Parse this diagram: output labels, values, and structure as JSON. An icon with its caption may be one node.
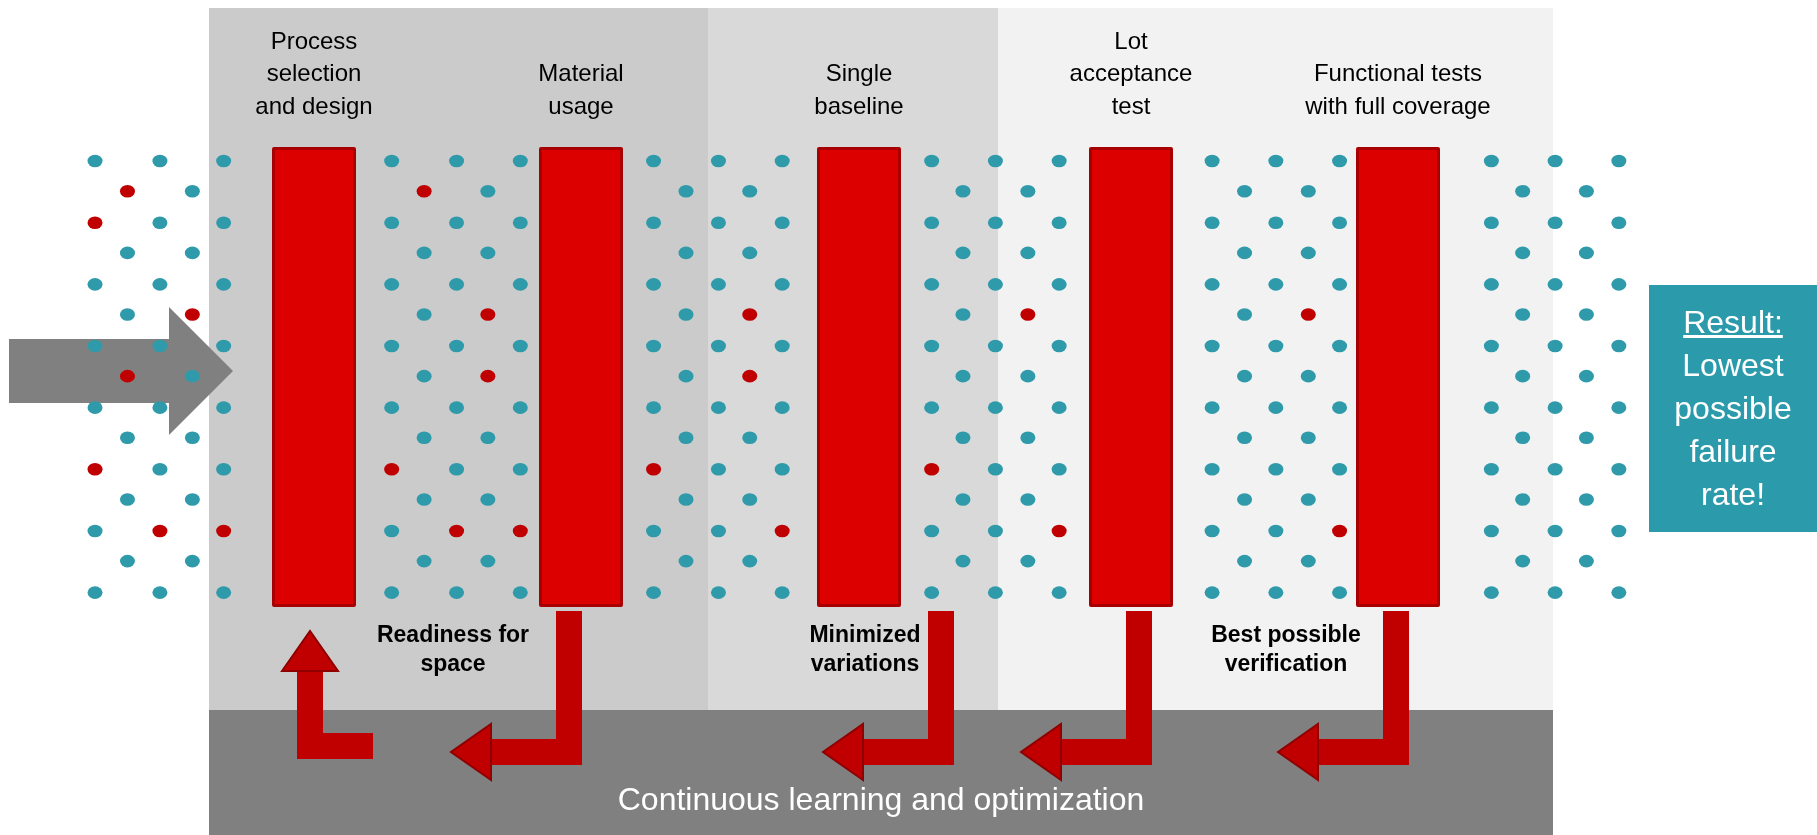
{
  "diagram": {
    "nodes": [
      {
        "text": [
          "Readiness for space"
        ]
      },
      {
        "text": [
          "Process selection and design"
        ],
        "in": 0
      },
      {
        "text": [
          "Material usage"
        ],
        "in": 0
      },
      {
        "text": [
          "Minimized variations"
        ]
      },
      {
        "text": [
          "Single baseline"
        ],
        "in": 3
      },
      {
        "text": [
          "Best possible verification"
        ]
      },
      {
        "text": [
          "Lot acceptance test"
        ],
        "in": 5
      },
      {
        "text": [
          "Functional tests with full coverage"
        ],
        "in": 5
      },
      {
        "text": [
          "Continuous learning and optimization"
        ]
      },
      {
        "text": [
          "Result:",
          "Lowest possible failure rate!"
        ]
      }
    ],
    "edges": [
      {
        "from": null,
        "to": 0,
        "arrow": "to",
        "style": "thick",
        "color": "#808080"
      },
      {
        "from": 8,
        "to": 1,
        "arrow": "to"
      },
      {
        "from": 2,
        "to": 8,
        "arrow": "to"
      },
      {
        "from": 4,
        "to": 8,
        "arrow": "to"
      },
      {
        "from": 6,
        "to": 8,
        "arrow": "to"
      },
      {
        "from": 7,
        "to": 8,
        "arrow": "to"
      }
    ]
  }
}
